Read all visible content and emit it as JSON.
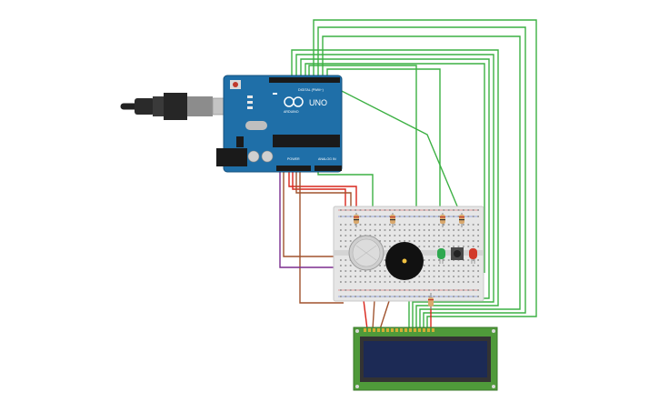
{
  "board": {
    "name": "UNO",
    "brand": "ARDUINO",
    "header_digital": "DIGITAL (PWM~)",
    "header_power": "POWER",
    "header_analog": "ANALOG IN"
  },
  "colors": {
    "board_blue": "#1f6fa8",
    "wire_green": "#3cb043",
    "wire_red": "#d9261c",
    "wire_brown": "#a0522d",
    "wire_purple": "#7b2d8e",
    "lcd_pcb": "#4f9a3a",
    "lcd_screen": "#1c2a55",
    "breadboard": "#e6e6e6"
  },
  "icons": [
    "usb-cable-icon",
    "power-jack-icon",
    "gas-sensor-icon",
    "piezo-buzzer-icon",
    "green-led-icon",
    "red-led-icon",
    "pushbutton-icon"
  ]
}
